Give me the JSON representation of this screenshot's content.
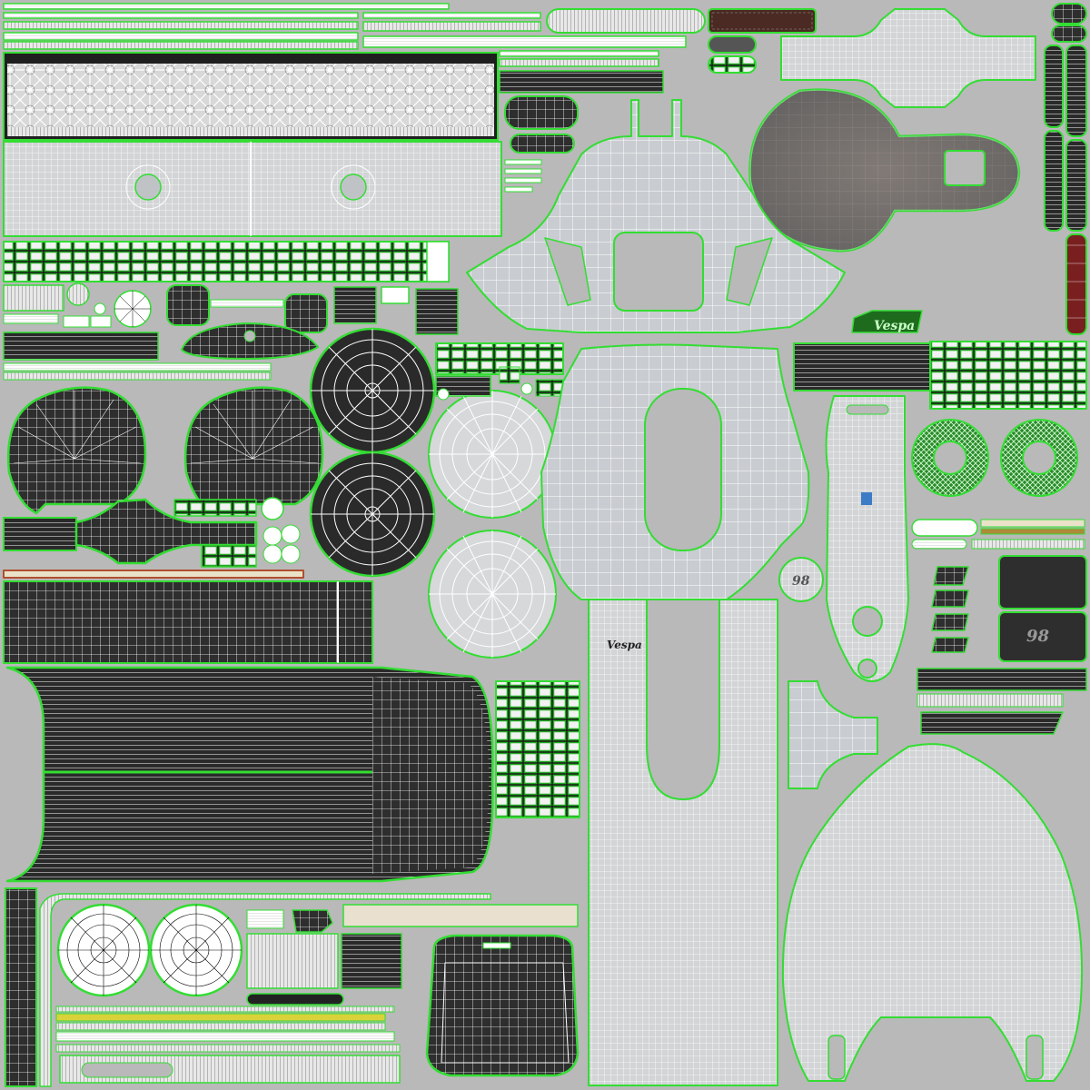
{
  "atlas": {
    "background": "#b9b9b9",
    "edge_color": "#33dd33",
    "wire_light": "#ffffff",
    "wire_dark": "#000000",
    "fill_light": "#c8ccd0",
    "fill_dark": "#2e2e2e"
  },
  "labels": {
    "brand_logo": "Vespa",
    "brand_mark_front": "Vespa",
    "badge_number": "98",
    "badge_number_small": "98"
  }
}
